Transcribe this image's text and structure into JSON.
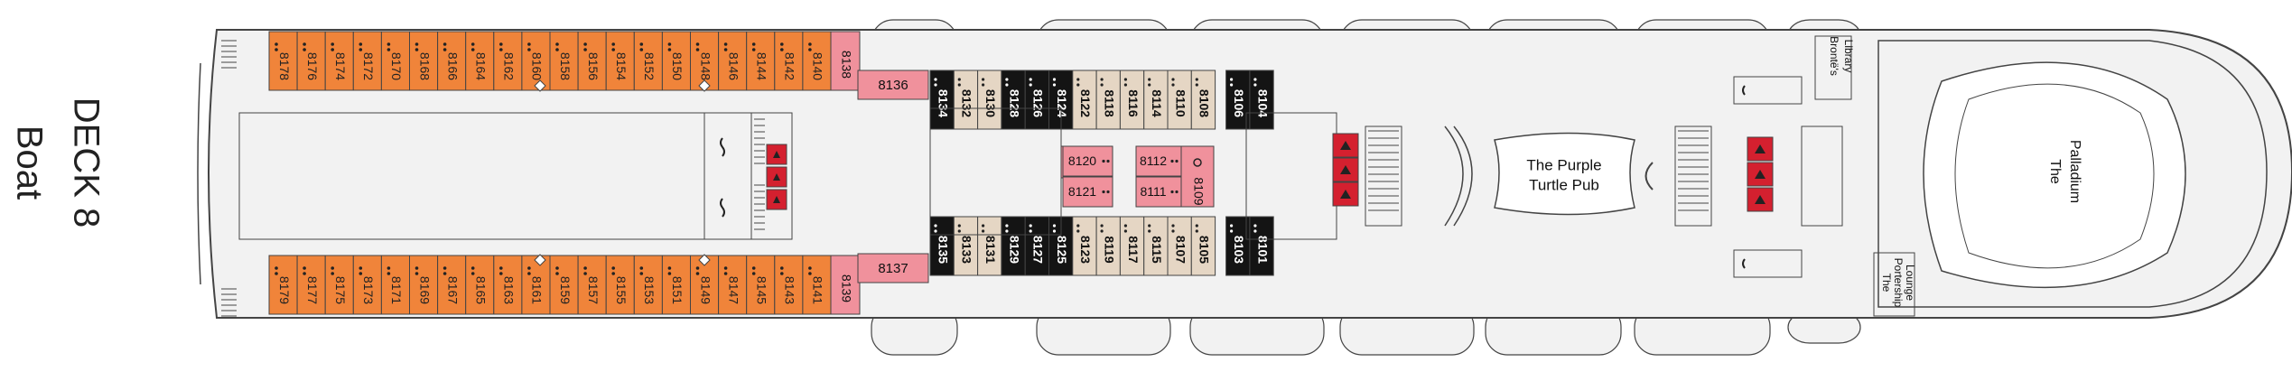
{
  "deck": {
    "title": "DECK 8",
    "subtitle": "Boat"
  },
  "colors": {
    "orange": "#F0843A",
    "pink": "#F0919C",
    "beige": "#E5D6C4",
    "black": "#141414",
    "red": "#D4202F",
    "hull": "#F2F2F2",
    "outline": "#444444"
  },
  "top_orange": [
    "8178",
    "8176",
    "8174",
    "8172",
    "8170",
    "8168",
    "8166",
    "8164",
    "8162",
    "8160",
    "8158",
    "8156",
    "8154",
    "8152",
    "8150",
    "8148",
    "8146",
    "8144",
    "8142",
    "8140"
  ],
  "bottom_orange": [
    "8179",
    "8177",
    "8175",
    "8173",
    "8171",
    "8169",
    "8167",
    "8165",
    "8163",
    "8161",
    "8159",
    "8157",
    "8155",
    "8153",
    "8151",
    "8149",
    "8147",
    "8145",
    "8143",
    "8141"
  ],
  "top_end": "8138",
  "bottom_end": "8139",
  "top_side": "8136",
  "bottom_side": "8137",
  "top_mid": [
    {
      "n": "8134",
      "c": "black"
    },
    {
      "n": "8132",
      "c": "beige"
    },
    {
      "n": "8130",
      "c": "beige"
    },
    {
      "n": "8128",
      "c": "black"
    },
    {
      "n": "8126",
      "c": "black"
    },
    {
      "n": "8124",
      "c": "black"
    },
    {
      "n": "8122",
      "c": "beige"
    },
    {
      "n": "8118",
      "c": "beige"
    },
    {
      "n": "8116",
      "c": "beige"
    },
    {
      "n": "8114",
      "c": "beige"
    },
    {
      "n": "8110",
      "c": "beige"
    },
    {
      "n": "8108",
      "c": "beige"
    },
    {
      "n": "8106",
      "c": "black"
    },
    {
      "n": "8104",
      "c": "black"
    }
  ],
  "bottom_mid": [
    {
      "n": "8135",
      "c": "black"
    },
    {
      "n": "8133",
      "c": "beige"
    },
    {
      "n": "8131",
      "c": "beige"
    },
    {
      "n": "8129",
      "c": "black"
    },
    {
      "n": "8127",
      "c": "black"
    },
    {
      "n": "8125",
      "c": "black"
    },
    {
      "n": "8123",
      "c": "beige"
    },
    {
      "n": "8119",
      "c": "beige"
    },
    {
      "n": "8117",
      "c": "beige"
    },
    {
      "n": "8115",
      "c": "beige"
    },
    {
      "n": "8107",
      "c": "beige"
    },
    {
      "n": "8105",
      "c": "beige"
    },
    {
      "n": "8103",
      "c": "black"
    },
    {
      "n": "8101",
      "c": "black"
    }
  ],
  "center_cabins": [
    "8120",
    "8121",
    "8112",
    "8111",
    "8109"
  ],
  "venues": {
    "pub_line1": "The Purple",
    "pub_line2": "Turtle Pub",
    "library_line1": "Brontë's",
    "library_line2": "Library",
    "lounge_line1": "The",
    "lounge_line2": "Portership",
    "lounge_line3": "Lounge",
    "theatre_line1": "The",
    "theatre_line2": "Palladium"
  }
}
